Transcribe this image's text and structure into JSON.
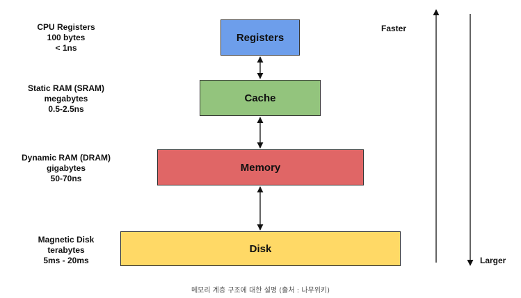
{
  "levels": [
    {
      "box_label": "Registers",
      "box_color": "#6d9eeb",
      "desc": [
        "CPU Registers",
        "100 bytes",
        "< 1ns"
      ]
    },
    {
      "box_label": "Cache",
      "box_color": "#93c47d",
      "desc": [
        "Static RAM (SRAM)",
        "megabytes",
        "0.5-2.5ns"
      ]
    },
    {
      "box_label": "Memory",
      "box_color": "#e06666",
      "desc": [
        "Dynamic RAM (DRAM)",
        "gigabytes",
        "50-70ns"
      ]
    },
    {
      "box_label": "Disk",
      "box_color": "#ffd966",
      "desc": [
        "Magnetic Disk",
        "terabytes",
        "5ms - 20ms"
      ]
    }
  ],
  "axis": {
    "faster_label": "Faster",
    "larger_label": "Larger"
  },
  "caption": "메모리 계층 구조에 대한 설명 (출처 : 나무위키)"
}
